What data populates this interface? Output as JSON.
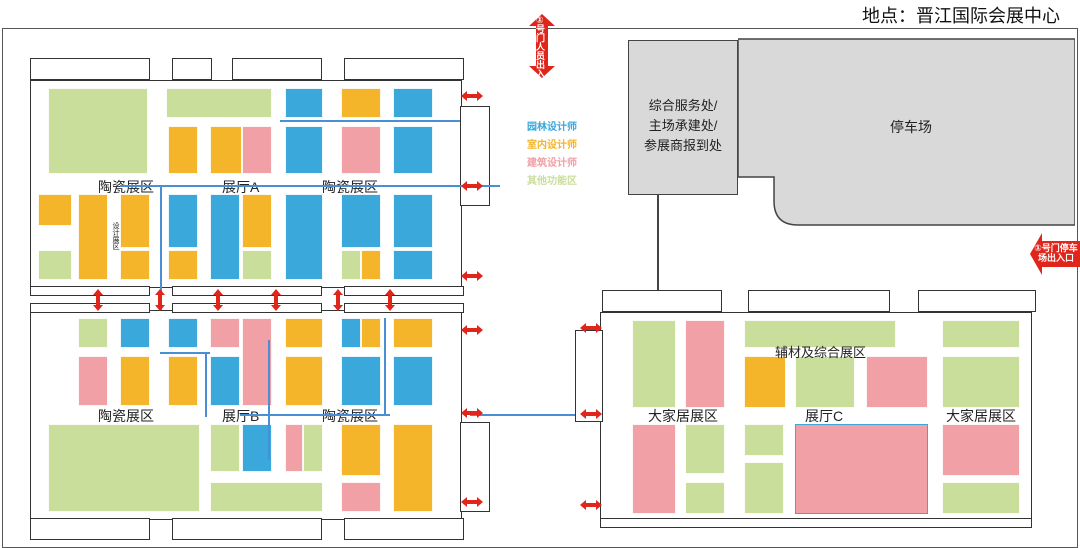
{
  "location_text": "地点：晋江国际会展中心",
  "gate1_people": "①号门人员出入口",
  "gate1_parking": "①号门停车场出入口",
  "service_building": [
    "综合服务处/",
    "主场承建处/",
    "参展商报到处"
  ],
  "parking_lot": "停车场",
  "legend": [
    {
      "label": "园林设计师",
      "color": "#3ba8dc"
    },
    {
      "label": "室内设计师",
      "color": "#f4b52b"
    },
    {
      "label": "建筑设计师",
      "color": "#f1a0a6"
    },
    {
      "label": "其他功能区",
      "color": "#c9de9b"
    }
  ],
  "hall_a": {
    "name": "展厅A",
    "left_zone": "陶瓷展区",
    "right_zone": "陶瓷展区",
    "inner_note": "设计展区"
  },
  "hall_b": {
    "name": "展厅B",
    "left_zone": "陶瓷展区",
    "right_zone": "陶瓷展区"
  },
  "hall_c": {
    "name": "展厅C",
    "left_zone": "大家居展区",
    "right_zone": "大家居展区",
    "top_zone": "辅材及综合展区"
  },
  "colors": {
    "green": "#c9de9b",
    "orange": "#f4b52b",
    "blue": "#3ba8dc",
    "pink": "#f1a0a6",
    "arrow_red": "#e0251b",
    "flow_blue": "#4a8fd6"
  }
}
